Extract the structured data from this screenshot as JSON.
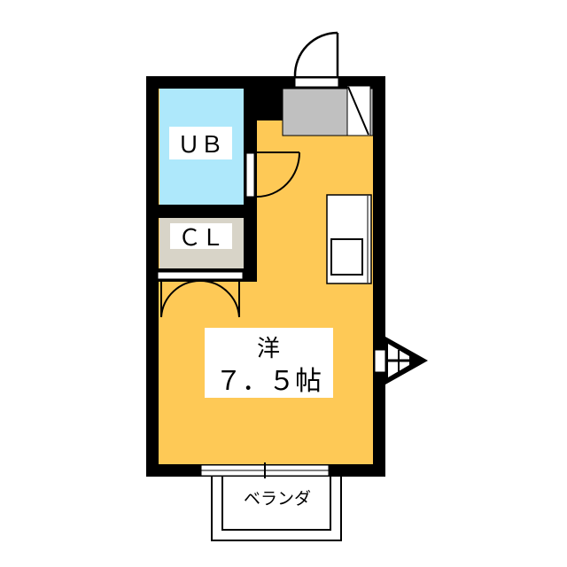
{
  "rooms": {
    "bath": {
      "label": "ＵＢ",
      "color": "#aee8fb"
    },
    "closet": {
      "label": "ＣＬ",
      "color": "#d8d4c8"
    },
    "western": {
      "label_line1": "洋",
      "label_line2": "７．５帖",
      "color": "#fec956"
    },
    "veranda": {
      "label": "ベランダ"
    }
  },
  "colors": {
    "wall": "#000000",
    "entrance": "#c0c0c0"
  }
}
